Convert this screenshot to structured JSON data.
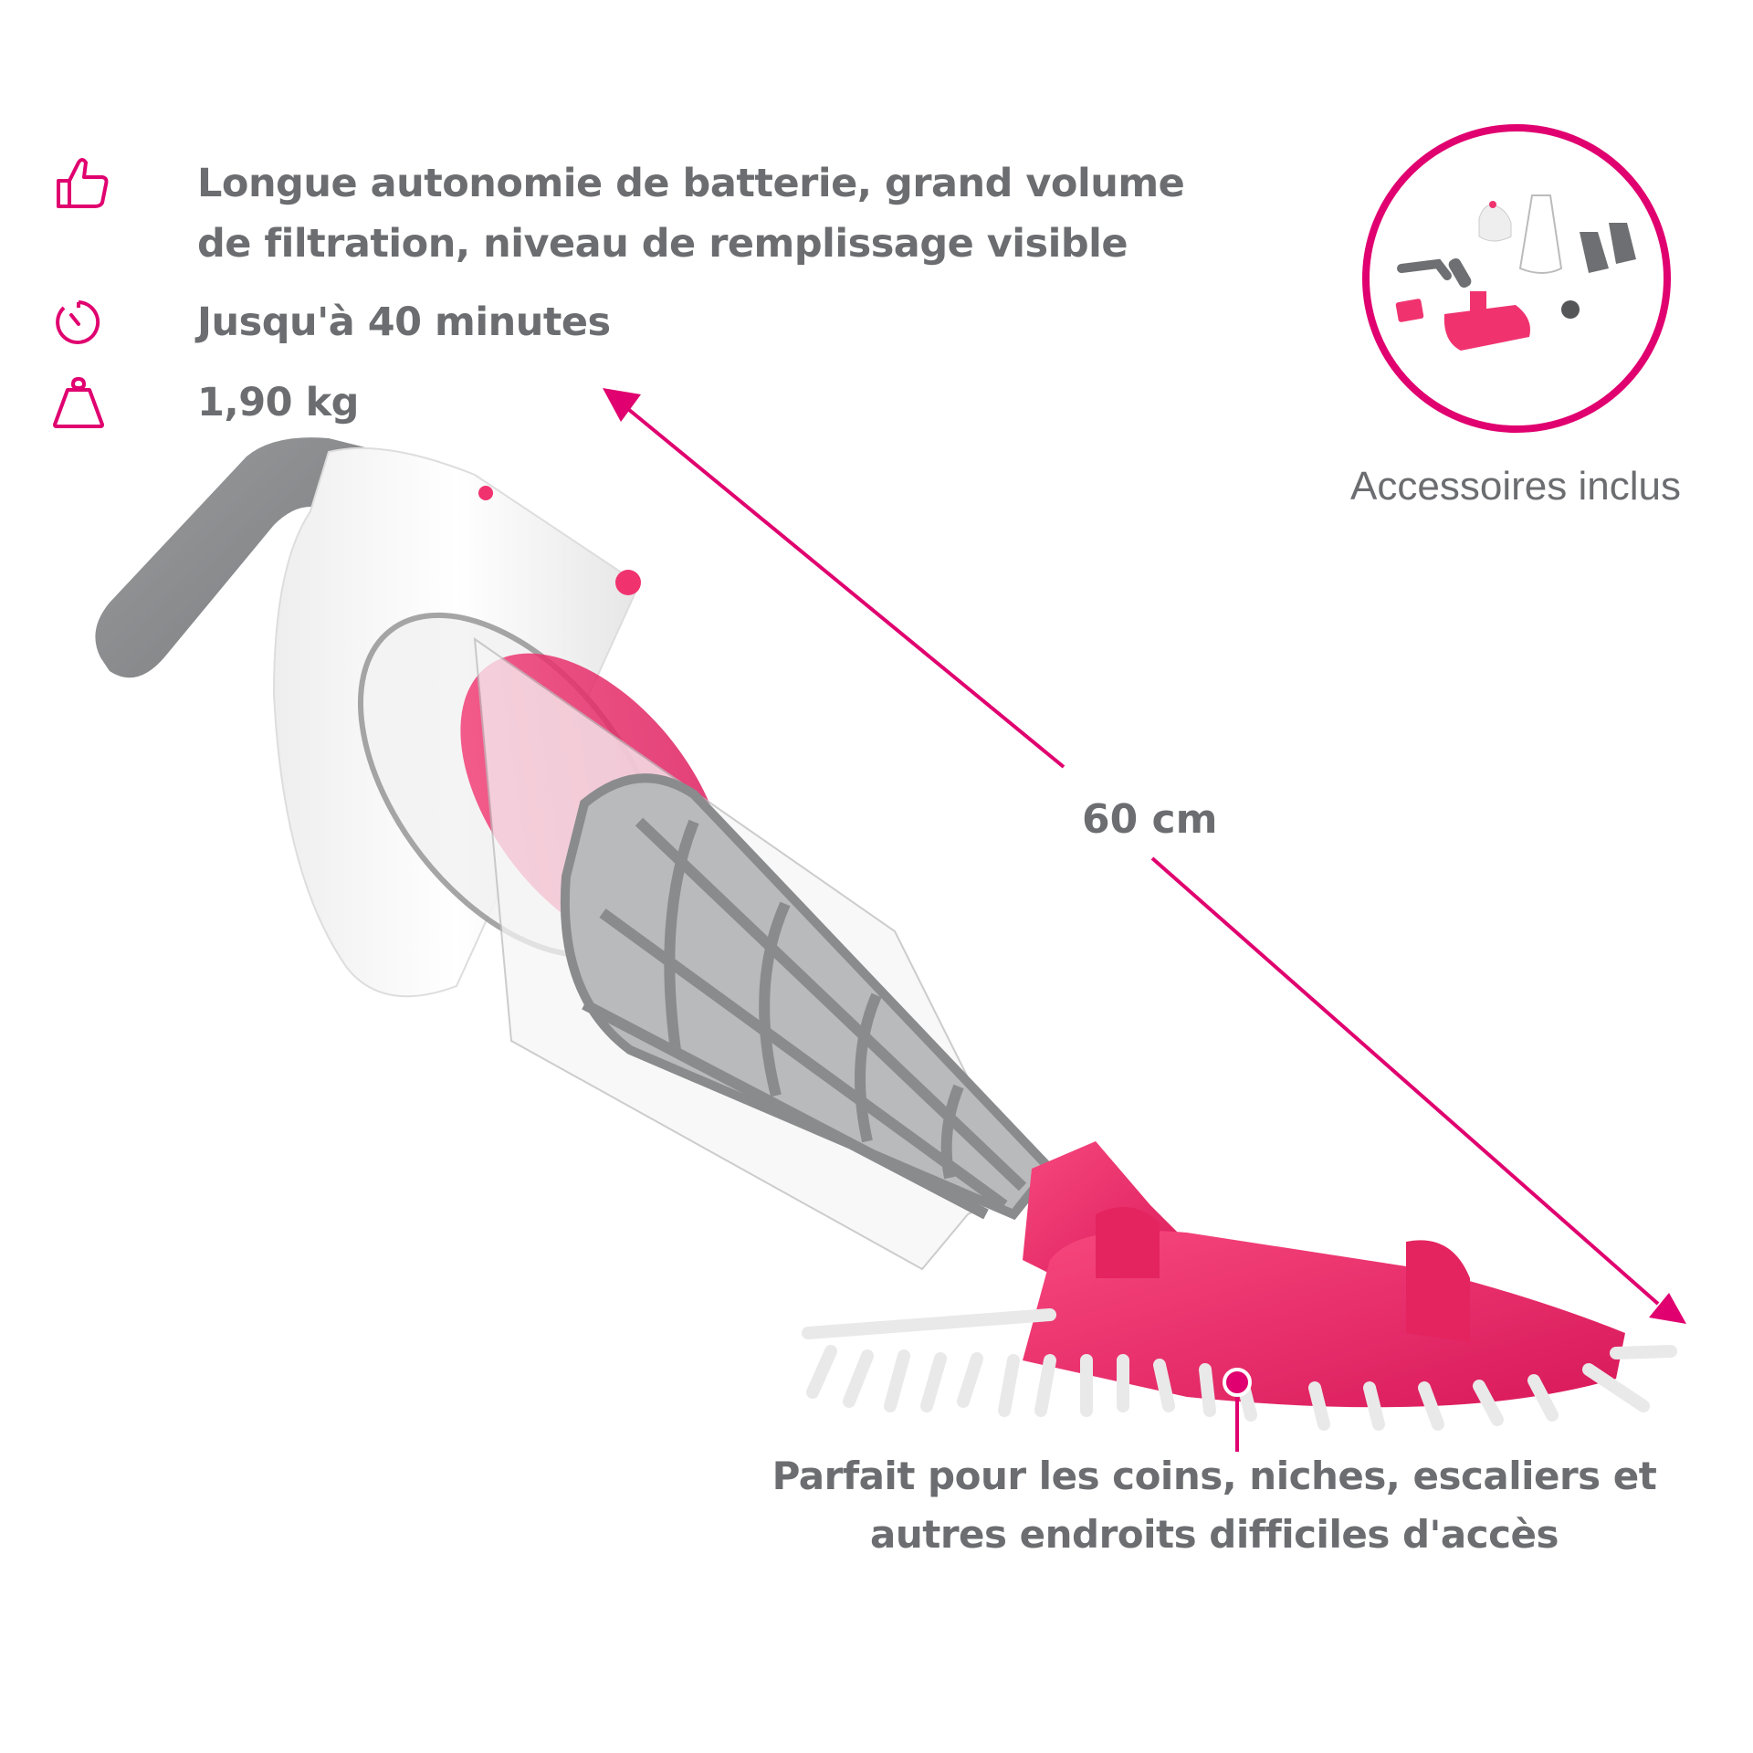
{
  "features": [
    {
      "icon": "thumbs-up-icon",
      "text_line1": "Longue autonomie de batterie, grand volume",
      "text_line2": "de filtration, niveau de remplissage visible"
    },
    {
      "icon": "timer-icon",
      "text": "Jusqu'à 40 minutes"
    },
    {
      "icon": "weight-icon",
      "text": "1,90 kg"
    }
  ],
  "accessories": {
    "label": "Accessoires inclus"
  },
  "dimension": {
    "label": "60 cm"
  },
  "callout": {
    "line1": "Parfait pour les coins, niches, escaliers et",
    "line2": "autres endroits difficiles d'accès"
  },
  "colors": {
    "accent": "#e0006f",
    "text": "#6b6d70",
    "product_pink": "#f0336f",
    "product_gray": "#8a8b8d"
  }
}
